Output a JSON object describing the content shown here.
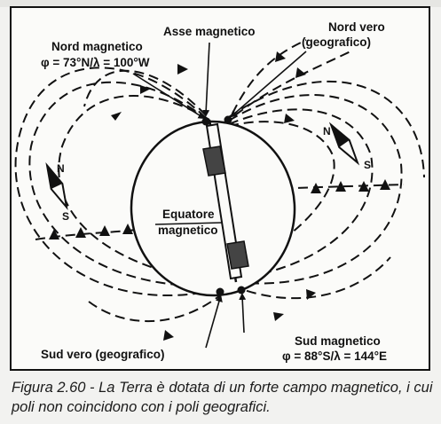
{
  "figure": {
    "labels": {
      "asse_magnetico": "Asse magnetico",
      "nord_vero_1": "Nord vero",
      "nord_vero_2": "(geografico)",
      "nord_magnetico": "Nord magnetico",
      "nord_magnetico_coord": "φ = 73°N/λ = 100°W",
      "equatore_1": "Equatore",
      "equatore_2": "magnetico",
      "sud_vero": "Sud vero (geografico)",
      "sud_magnetico": "Sud magnetico",
      "sud_magnetico_coord": "φ = 88°S/λ = 144°E"
    },
    "compass_left": {
      "north": "N",
      "south": "S"
    },
    "compass_right": {
      "north": "N",
      "south": "S"
    },
    "colors": {
      "ink": "#111111",
      "paper": "#fbfbf9"
    }
  },
  "caption": {
    "text": "Figura 2.60 - La Terra è dotata di un forte campo magnetico, i cui poli non coincidono con i poli geografici."
  }
}
